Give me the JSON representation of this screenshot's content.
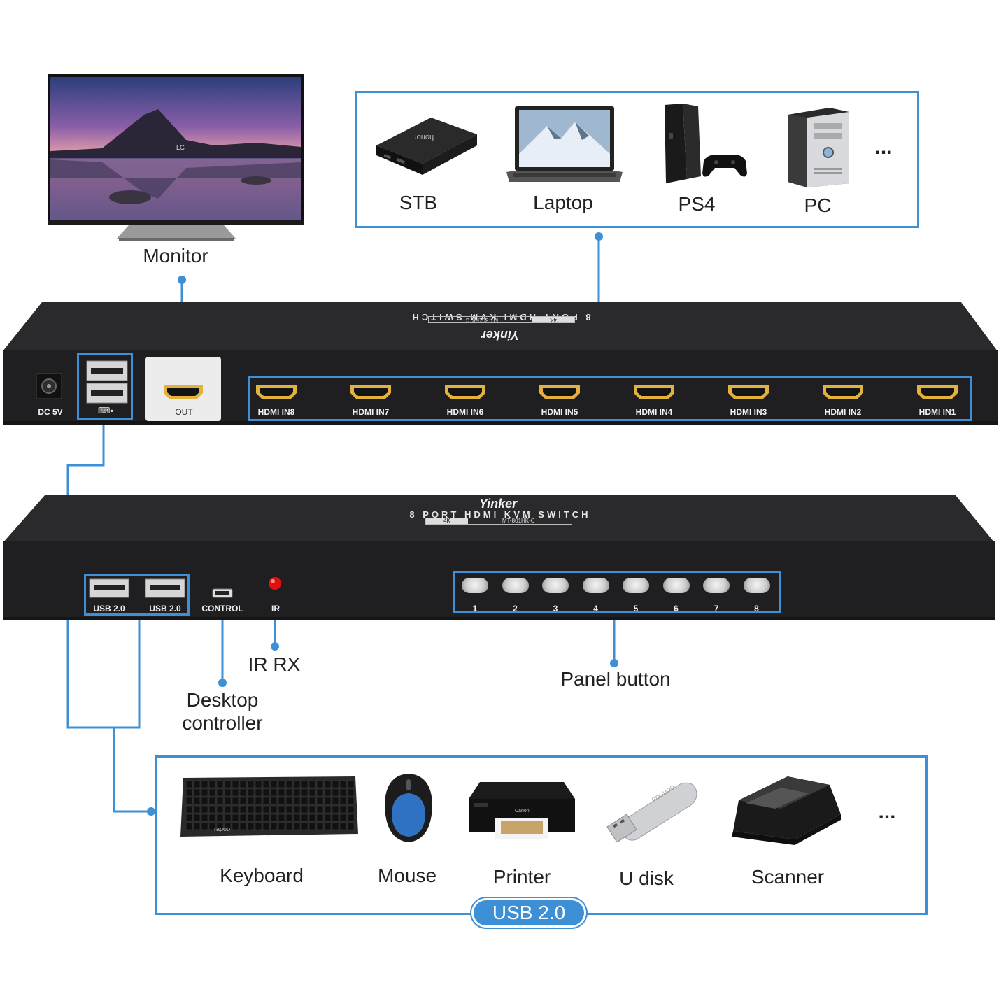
{
  "colors": {
    "accent": "#3d8fd6",
    "device_body": "#1f1f21",
    "gold": "#e2b23c"
  },
  "monitor": {
    "label": "Monitor",
    "brand": "LG"
  },
  "sources": {
    "items": [
      {
        "label": "STB",
        "icon": "set-top-box-icon",
        "brand": "honor"
      },
      {
        "label": "Laptop",
        "icon": "laptop-icon"
      },
      {
        "label": "PS4",
        "icon": "ps4-console-icon"
      },
      {
        "label": "PC",
        "icon": "desktop-pc-icon"
      }
    ],
    "more": "..."
  },
  "rear": {
    "brand": "Yinker",
    "model_line": "8 PORT HDMI KVM SWITCH",
    "badge": "4K",
    "model": "MT-801HK-C",
    "power_label": "DC 5V",
    "out_label": "OUT",
    "inputs": [
      "HDMI IN8",
      "HDMI IN7",
      "HDMI IN6",
      "HDMI IN5",
      "HDMI IN4",
      "HDMI IN3",
      "HDMI IN2",
      "HDMI IN1"
    ]
  },
  "front": {
    "brand": "Yinker",
    "model_line": "8 PORT HDMI KVM SWITCH",
    "badge": "4K",
    "model": "MT-801HK-C",
    "usb_labels": [
      "USB 2.0",
      "USB 2.0"
    ],
    "control_label": "CONTROL",
    "ir_label": "IR",
    "buttons": [
      "1",
      "2",
      "3",
      "4",
      "5",
      "6",
      "7",
      "8"
    ]
  },
  "callouts": {
    "ir_rx": "IR RX",
    "desktop_controller": [
      "Desktop",
      "controller"
    ],
    "panel_button": "Panel button"
  },
  "peripherals": {
    "items": [
      {
        "label": "Keyboard",
        "icon": "keyboard-icon",
        "brand": "rapoo"
      },
      {
        "label": "Mouse",
        "icon": "mouse-icon"
      },
      {
        "label": "Printer",
        "icon": "printer-icon",
        "brand": "Canon"
      },
      {
        "label": "U disk",
        "icon": "usb-disk-icon",
        "brand": "ROGUOO"
      },
      {
        "label": "Scanner",
        "icon": "scanner-icon"
      }
    ],
    "more": "...",
    "badge": "USB 2.0"
  }
}
